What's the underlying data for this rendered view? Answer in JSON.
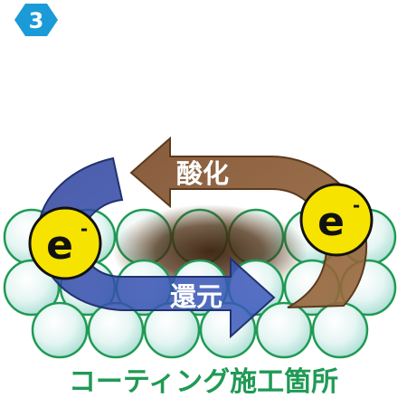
{
  "step": {
    "number": "3"
  },
  "labels": {
    "oxidation": "酸化",
    "reduction": "還元",
    "electron": "e",
    "electron_sign": "-",
    "caption": "コーティング施工箇所"
  },
  "colors": {
    "badge": "#1a9bd7",
    "sphere_stroke": "#1f9a55",
    "sphere_fill": "#cfeee9",
    "oxidation_arrow": "#8a5a34",
    "reduction_arrow": "#2c4fa8",
    "electron_fill": "#f7e300",
    "caption": "#1f9a55"
  }
}
